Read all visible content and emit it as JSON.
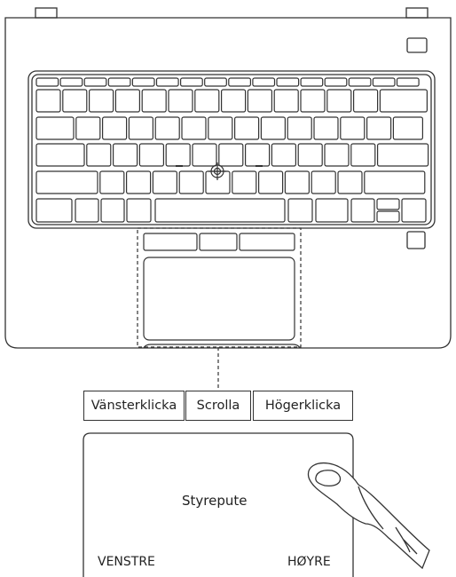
{
  "buttons": {
    "left_label": "Vänsterklicka",
    "scroll_label": "Scrolla",
    "right_label": "Högerklicka"
  },
  "touchpad_detail": {
    "center_label": "Styrepute",
    "left_label": "VENSTRE",
    "right_label": "HØYRE"
  }
}
